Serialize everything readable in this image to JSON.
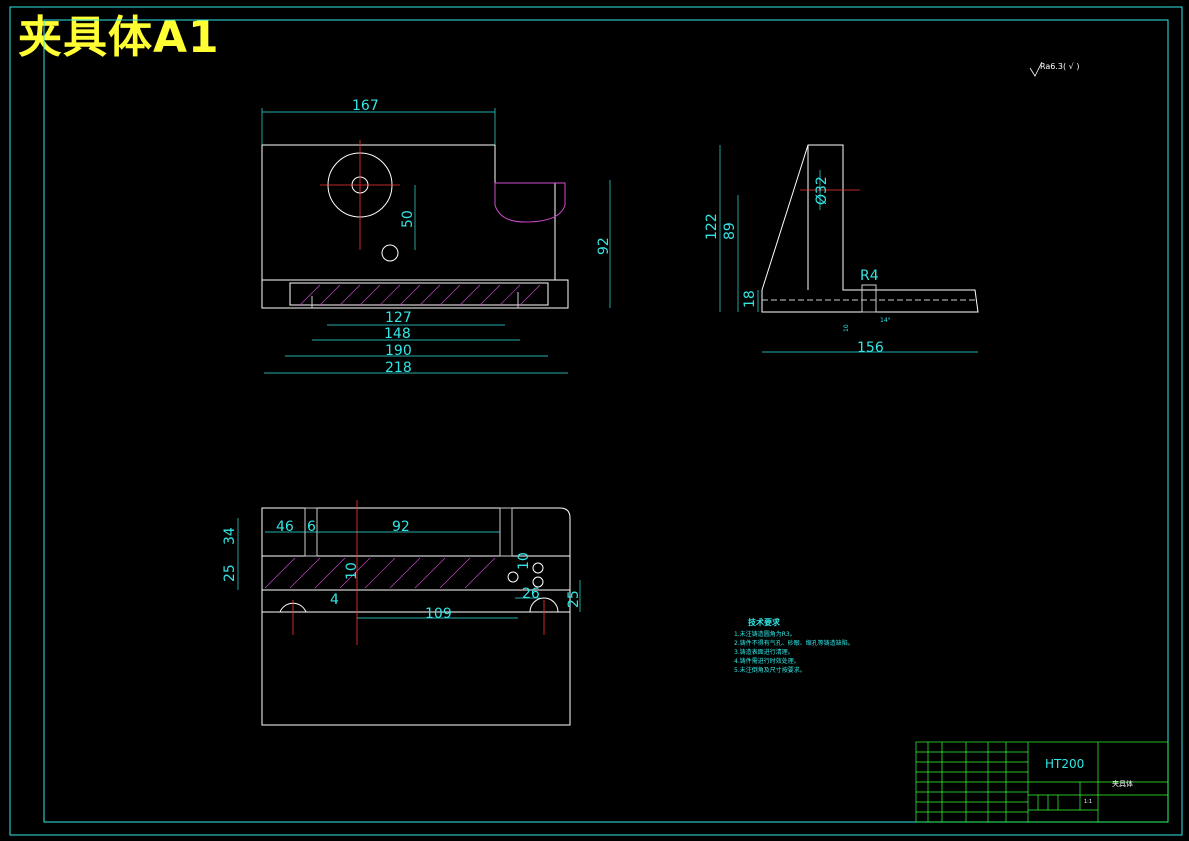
{
  "drawing": {
    "title": "夹具体A1",
    "roughness": "Ra6.3( √ )"
  },
  "front_view": {
    "dims": [
      "167",
      "50",
      "92",
      "127",
      "148",
      "190",
      "218"
    ]
  },
  "side_view": {
    "dims": [
      "122",
      "89",
      "18",
      "R4",
      "156",
      "Ø32",
      "10",
      "14°"
    ]
  },
  "top_view": {
    "dims": [
      "34",
      "25",
      "46",
      "6",
      "92",
      "109",
      "4",
      "26",
      "25",
      "10",
      "10"
    ]
  },
  "tech_requirements": {
    "title": "技术要求",
    "items": [
      "1.未注铸造圆角为R3。",
      "2.铸件不得有气孔、砂眼、缩孔等铸造缺陷。",
      "3.铸造表面进行清理。",
      "4.铸件需进行时效处理。",
      "5.未注倒角及尺寸按要求。"
    ]
  },
  "title_block": {
    "material": "HT200",
    "part_name": "夹具体",
    "scale": "1:1"
  }
}
